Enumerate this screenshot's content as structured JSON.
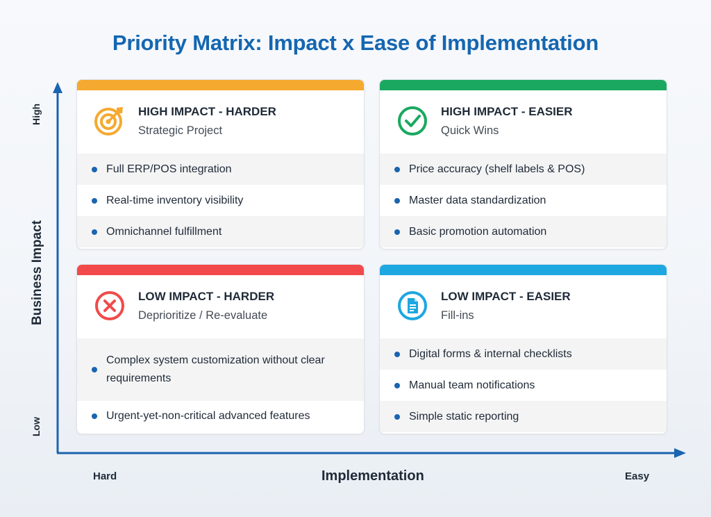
{
  "title": "Priority Matrix: Impact x Ease of Implementation",
  "axes": {
    "y_label": "Business Impact",
    "y_high": "High",
    "y_low": "Low",
    "x_label": "Implementation",
    "x_left": "Hard",
    "x_right": "Easy",
    "color": "#1a64b0"
  },
  "quadrants": {
    "high_harder": {
      "heading": "HIGH IMPACT - HARDER",
      "subtitle": "Strategic Project",
      "accent": "#f5a92e",
      "icon": "target-icon",
      "items": [
        "Full ERP/POS integration",
        "Real-time inventory visibility",
        "Omnichannel fulfillment"
      ]
    },
    "high_easier": {
      "heading": "HIGH IMPACT - EASIER",
      "subtitle": "Quick Wins",
      "accent": "#1aa860",
      "icon": "check-circle-icon",
      "items": [
        "Price accuracy (shelf labels & POS)",
        "Master data standardization",
        "Basic promotion automation"
      ]
    },
    "low_harder": {
      "heading": "LOW IMPACT - HARDER",
      "subtitle": "Deprioritize / Re-evaluate",
      "accent": "#f24a4a",
      "icon": "x-circle-icon",
      "items": [
        "Complex system customization without clear requirements",
        "Urgent-yet-non-critical advanced features"
      ]
    },
    "low_easier": {
      "heading": "LOW IMPACT - EASIER",
      "subtitle": "Fill-ins",
      "accent": "#1ea7e0",
      "icon": "document-icon",
      "items": [
        "Digital forms & internal checklists",
        "Manual team notifications",
        "Simple static reporting"
      ]
    }
  }
}
